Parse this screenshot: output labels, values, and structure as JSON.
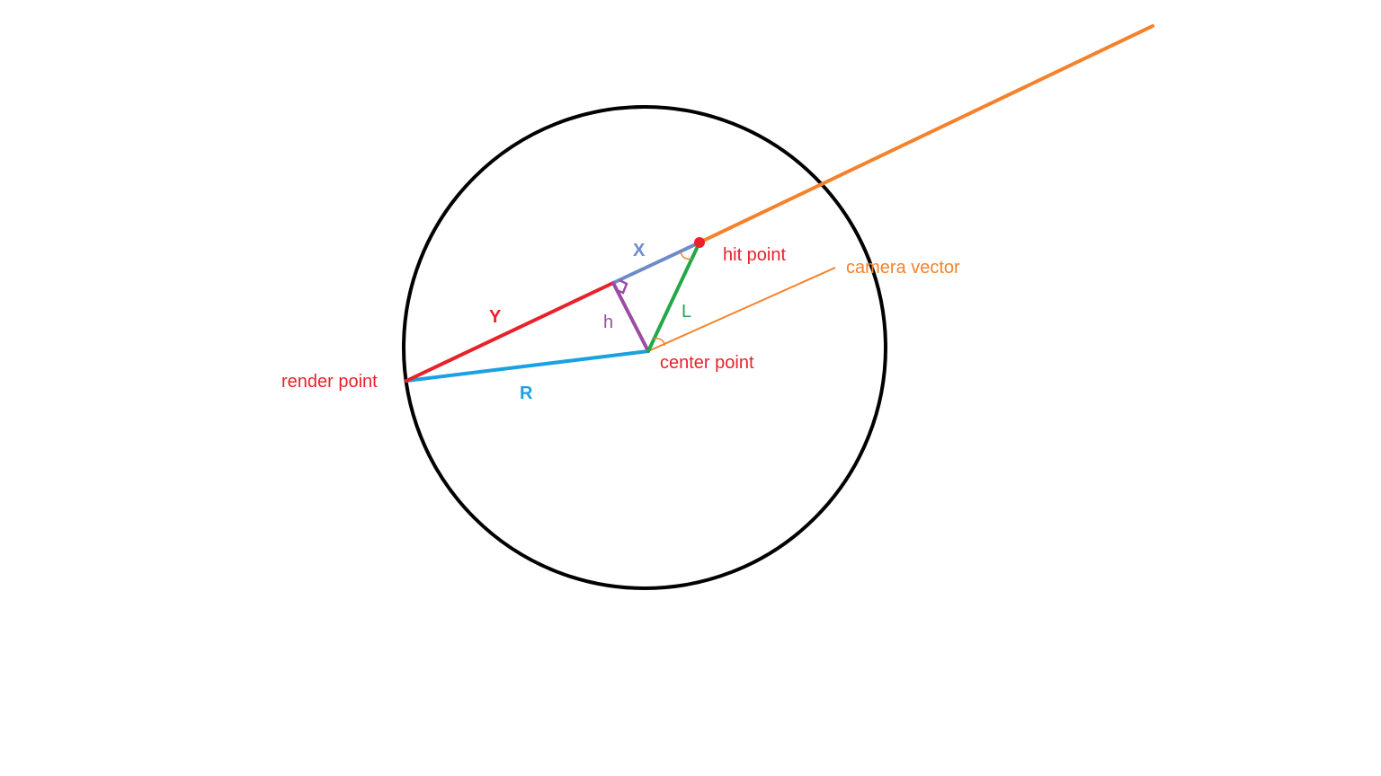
{
  "labels": {
    "hit_point": "hit point",
    "camera_vector": "camera vector",
    "center_point": "center point",
    "render_point": "render point",
    "x": "X",
    "y": "Y",
    "h": "h",
    "l": "L",
    "r": "R"
  },
  "colors": {
    "circle": "#000000",
    "camera": "#F5822A",
    "red": "#E8212B",
    "blue": "#1BA1E2",
    "x_segment": "#6C8CC8",
    "purple": "#9B4DA3",
    "green": "#22A84A",
    "x_label": "#6C8CC8"
  }
}
